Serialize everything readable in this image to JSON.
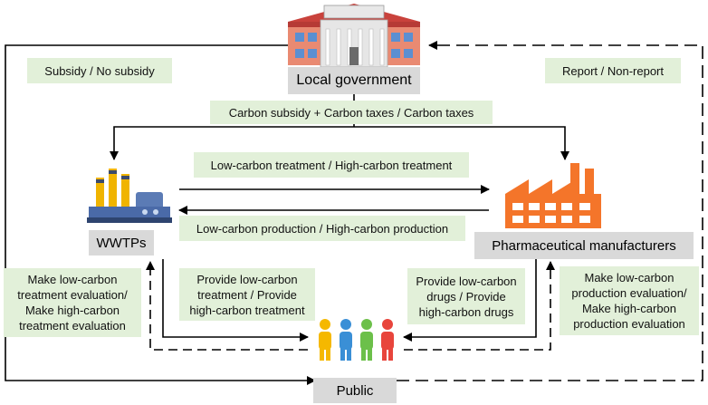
{
  "nodes": {
    "government": "Local government",
    "wwtps": "WWTPs",
    "manufacturers": "Pharmaceutical manufacturers",
    "public": "Public"
  },
  "labels": {
    "subsidy": "Subsidy / No subsidy",
    "report": "Report / Non-report",
    "carbon_taxes": "Carbon subsidy + Carbon taxes /  Carbon taxes",
    "treatment": "Low-carbon treatment / High-carbon treatment",
    "production": "Low-carbon production / High-carbon production",
    "treatment_eval": "Make low-carbon\ntreatment evaluation/\nMake high-carbon\ntreatment evaluation",
    "provide_treatment": "Provide low-carbon\ntreatment / Provide\nhigh-carbon treatment",
    "provide_drugs": "Provide low-carbon\ndrugs / Provide\nhigh-carbon drugs",
    "production_eval": "Make low-carbon\nproduction evaluation/\nMake high-carbon\nproduction evaluation"
  },
  "icons": {
    "government": "government-building-icon",
    "wwtps": "treatment-plant-icon",
    "manufacturers": "factory-icon",
    "public": "people-group-icon"
  },
  "colors": {
    "label_fill": "#e2f0d9",
    "node_fill": "#d9d9d9",
    "factory": "#f4752a",
    "building_roof": "#d9534f"
  }
}
